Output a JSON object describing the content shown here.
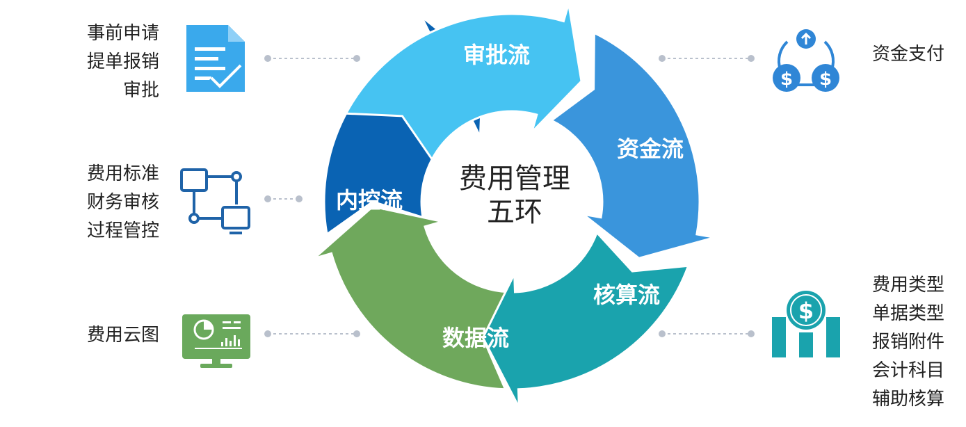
{
  "diagram": {
    "center_lines": [
      "费用管理",
      "五环"
    ],
    "segments": [
      {
        "id": "approval",
        "label": "审批流",
        "color": "#46c3f2"
      },
      {
        "id": "funds",
        "label": "资金流",
        "color": "#3a95dc"
      },
      {
        "id": "accounting",
        "label": "核算流",
        "color": "#1aa3ad"
      },
      {
        "id": "data",
        "label": "数据流",
        "color": "#6fa85c"
      },
      {
        "id": "control",
        "label": "内控流",
        "color": "#0a63b3"
      }
    ]
  },
  "left_groups": [
    {
      "icon": "document-check-icon",
      "icon_color": "#3aa9ec",
      "lines": [
        "事前申请",
        "提单报销",
        "审批"
      ]
    },
    {
      "icon": "flowchart-icon",
      "icon_color": "#1f63a8",
      "lines": [
        "费用标准",
        "财务审核",
        "过程管控"
      ]
    },
    {
      "icon": "monitor-chart-icon",
      "icon_color": "#6aa95c",
      "lines": [
        "费用云图"
      ]
    }
  ],
  "right_groups": [
    {
      "icon": "money-cycle-icon",
      "icon_color": "#2f86d6",
      "lines": [
        "资金支付"
      ]
    },
    {
      "icon": "dollar-bars-icon",
      "icon_color": "#1aa3ad",
      "lines": [
        "费用类型",
        "单据类型",
        "报销附件",
        "会计科目",
        "辅助核算"
      ]
    }
  ]
}
